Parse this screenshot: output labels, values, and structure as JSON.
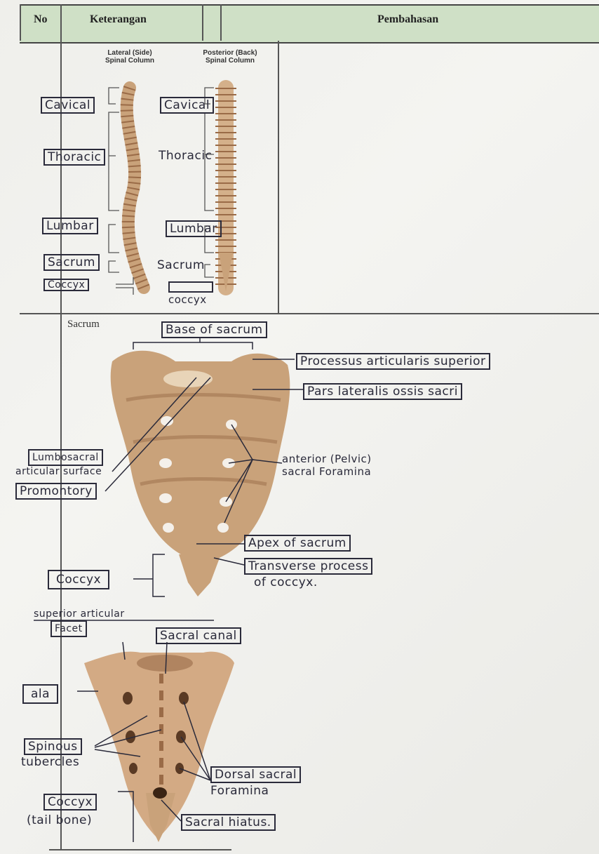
{
  "table_header": {
    "col_no": "No",
    "col_keterangan": "Keterangan",
    "col_pembahasan": "Pembahasan"
  },
  "section1": {
    "lateral_title_line1": "Lateral (Side)",
    "lateral_title_line2": "Spinal Column",
    "posterior_title_line1": "Posterior (Back)",
    "posterior_title_line2": "Spinal Column",
    "lateral_labels": {
      "cervical": "Cavical",
      "thoracic": "Thoracic",
      "lumbar": "Lumbar",
      "sacrum": "Sacrum",
      "coccyx": "Coccyx"
    },
    "posterior_labels": {
      "cervical": "Cavical",
      "thoracic": "Thoracic",
      "lumbar": "Lumbar",
      "sacrum": "Sacrum",
      "coccyx": "coccyx"
    }
  },
  "section2": {
    "title": "Sacrum",
    "anterior_labels": {
      "base": "Base of sacrum",
      "processus": "Processus articularis superior",
      "pars_lateralis": "Pars lateralis ossis sacri",
      "lumbosacral_line1": "Lumbosacral",
      "lumbosacral_line2": "articular surface",
      "promontory": "Promontory",
      "anterior_foramina_line1": "anterior (Pelvic)",
      "anterior_foramina_line2": "sacral Foramina",
      "apex": "Apex of sacrum",
      "coccyx": "Coccyx",
      "transverse_line1": "Transverse process",
      "transverse_line2": "of coccyx."
    },
    "posterior_labels": {
      "superior_facet_line1": "superior articular",
      "superior_facet_line2": "Facet",
      "sacral_canal": "Sacral canal",
      "ala": "ala",
      "spinous_line1": "Spinous",
      "spinous_line2": "tubercles",
      "dorsal_foramina_line1": "Dorsal sacral",
      "dorsal_foramina_line2": "Foramina",
      "coccyx_line1": "Coccyx",
      "coccyx_line2": "(tail bone)",
      "sacral_hiatus": "Sacral hiatus."
    }
  },
  "colors": {
    "header_bg": "#cfe0c6",
    "ink": "#2a2a3a",
    "bone": "#c9a27a",
    "bone_dark": "#9a6b47"
  }
}
